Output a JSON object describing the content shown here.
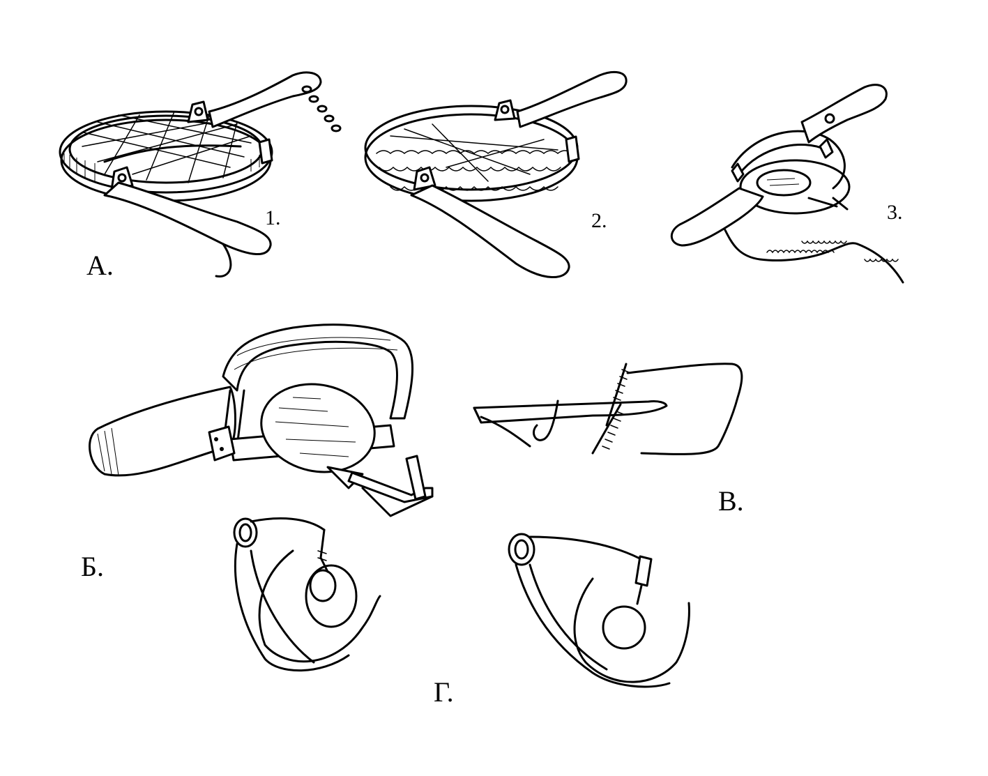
{
  "figure": {
    "group_labels": {
      "a": "А.",
      "b": "Б.",
      "v": "В.",
      "g": "Г."
    },
    "item_labels": {
      "one": "1.",
      "two": "2.",
      "three": "3."
    },
    "colors": {
      "ink": "#000000",
      "paper": "#ffffff"
    }
  }
}
